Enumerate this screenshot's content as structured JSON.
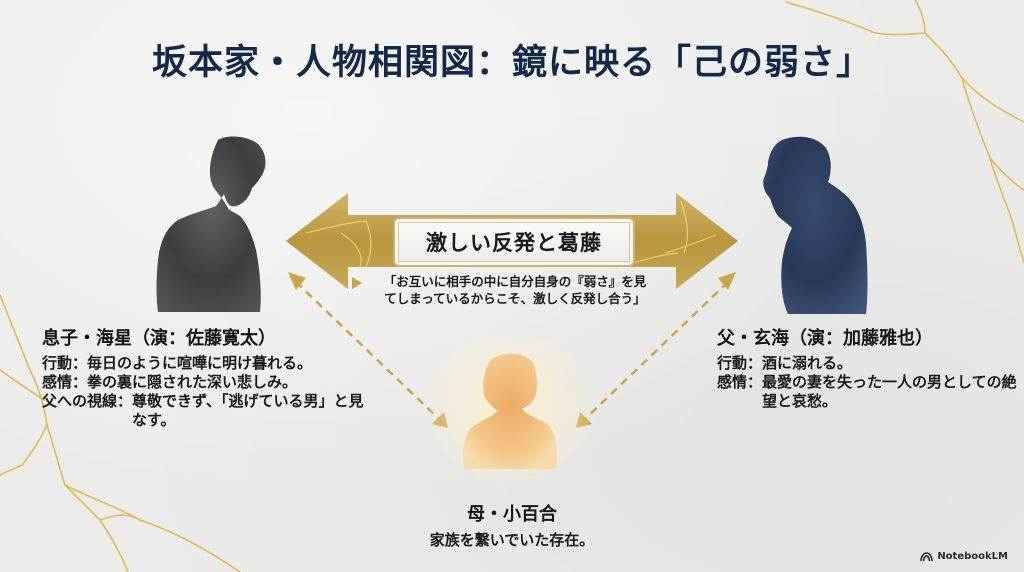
{
  "title": "坂本家・人物相関図：鏡に映る「己の弱さ」",
  "colors": {
    "title_navy": "#14294a",
    "gold": "#c6a54a",
    "gold_dark": "#a8852e",
    "crack_gold": "#e2b84a",
    "son_ink": "#3a3a3a",
    "father_ink": "#1e2f52",
    "mother_glow": "#f3c47a",
    "background": "#ebebe9"
  },
  "conflict": {
    "label": "激しい反発と葛藤",
    "quote_line1": "「お互いに相手の中に自分自身の『弱さ』を見",
    "quote_line2": "てしまっているからこそ、激しく反発し合う」"
  },
  "son": {
    "name": "息子・海星（演：佐藤寛太）",
    "rows": [
      {
        "label": "行動：",
        "value": "毎日のように喧嘩に明け暮れる。"
      },
      {
        "label": "感情：",
        "value": "拳の裏に隠された深い悲しみ。"
      },
      {
        "label": "父への視線：",
        "value": "尊敬できず、「逃げている男」と見なす。"
      }
    ]
  },
  "father": {
    "name": "父・玄海（演：加藤雅也）",
    "rows": [
      {
        "label": "行動：",
        "value": "酒に溺れる。"
      },
      {
        "label": "感情：",
        "value": "最愛の妻を失った一人の男としての絶望と哀愁。"
      }
    ]
  },
  "mother": {
    "name": "母・小百合",
    "description": "家族を繋いでいた存在。"
  },
  "brand": {
    "label": "NotebookLM",
    "icon": "notebooklm-logo-icon"
  }
}
